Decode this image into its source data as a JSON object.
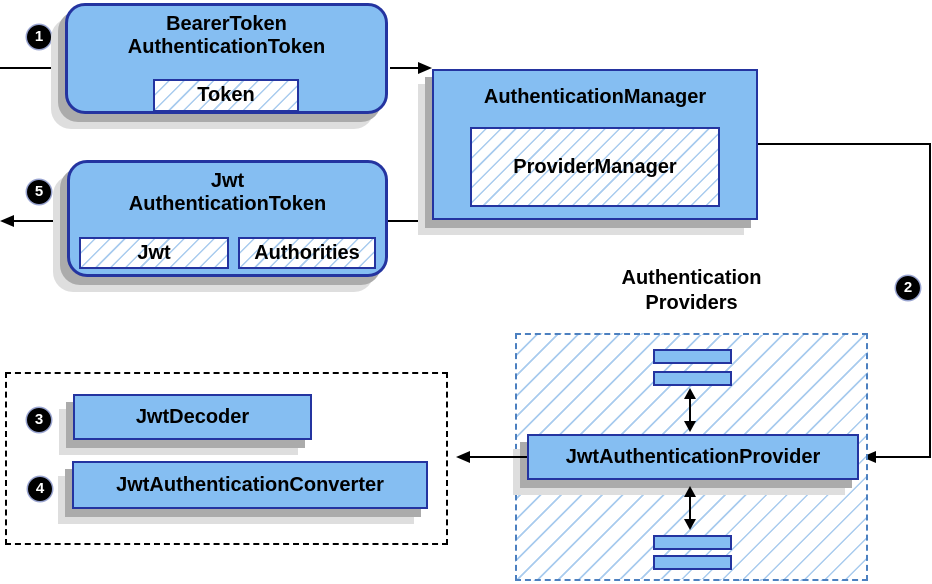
{
  "colors": {
    "node_fill": "#85BEF2",
    "node_border": "#2434A0",
    "hatch_line": "#A8CBEE",
    "providers_dash_border": "#4C80C0",
    "decoder_dash_border": "#000000",
    "line": "#000000",
    "shadow": "#ABABAB",
    "step_badge_bg": "#000000",
    "step_badge_text": "#FFFFFF"
  },
  "steps": {
    "s1": "1",
    "s2": "2",
    "s3": "3",
    "s4": "4",
    "s5": "5"
  },
  "bearer_token_node": {
    "title_line1": "BearerToken",
    "title_line2": "AuthenticationToken",
    "token_chip": "Token"
  },
  "authentication_manager_node": {
    "title": "AuthenticationManager",
    "provider_manager_chip": "ProviderManager"
  },
  "jwt_token_node": {
    "title_line1": "Jwt",
    "title_line2": "AuthenticationToken",
    "jwt_chip": "Jwt",
    "authorities_chip": "Authorities"
  },
  "providers_group": {
    "label_line1": "Authentication",
    "label_line2": "Providers",
    "jwt_authentication_provider": "JwtAuthenticationProvider"
  },
  "converter_group": {
    "jwt_decoder": "JwtDecoder",
    "jwt_authentication_converter": "JwtAuthenticationConverter"
  }
}
